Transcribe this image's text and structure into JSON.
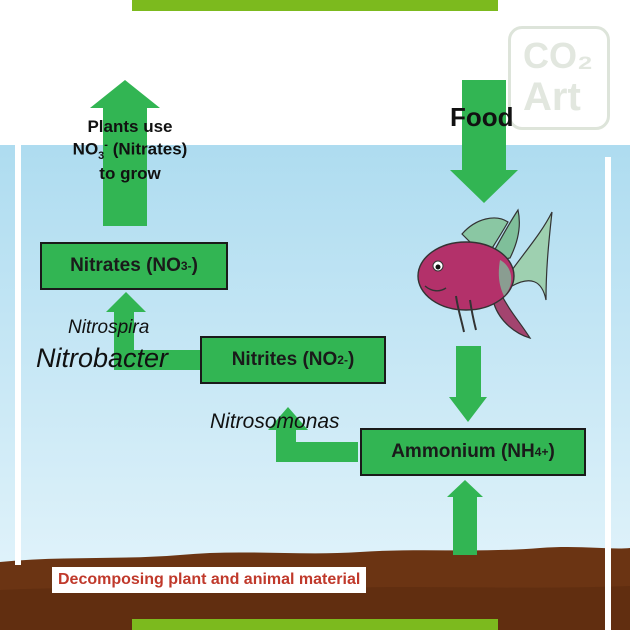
{
  "logo": {
    "line1": "CO₂",
    "line2": "Art"
  },
  "boxes": {
    "nitrates": "Nitrates (NO",
    "nitrates_sub": "3",
    "nitrates_sup": "-",
    "nitrites": "Nitrites (NO",
    "nitrites_sub": "2",
    "nitrites_sup": "-",
    "ammonium": "Ammonium (NH",
    "ammonium_sub": "4",
    "ammonium_sup": "+"
  },
  "plants_label": {
    "line1": "Plants use",
    "line2_prefix": "NO",
    "line2_sub": "3",
    "line2_sup": "-",
    "line2_suffix": " (Nitrates)",
    "line3": "to grow"
  },
  "food_label": "Food",
  "bacteria": {
    "nitrospira": "Nitrospira",
    "nitrobacter": "Nitrobacter",
    "nitrosomonas": "Nitrosomonas"
  },
  "bottom_label": "Decomposing plant and animal material",
  "colors": {
    "arrow_green": "#32b553",
    "bar_green": "#7cba1e",
    "water": "#bfe4f4",
    "soil": "#6b3413",
    "label_red": "#c0392b"
  }
}
